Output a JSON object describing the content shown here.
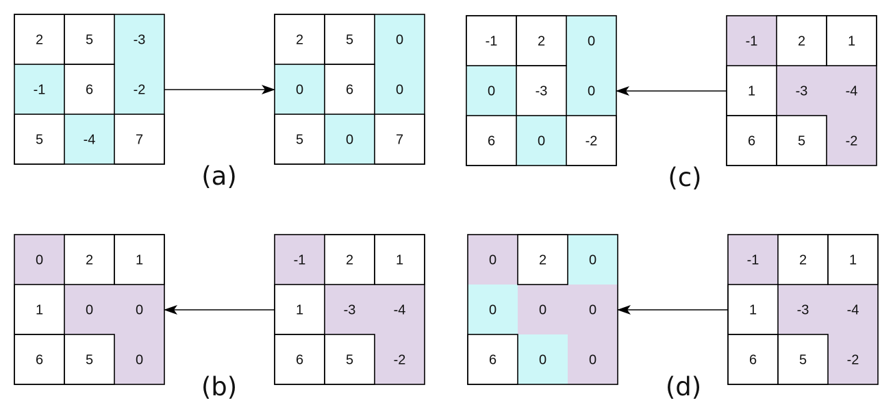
{
  "colors": {
    "cyan": "#cdf7f8",
    "purple": "#e0d4e8",
    "white": "#ffffff",
    "border": "#000000",
    "text": "#111111"
  },
  "panels": [
    {
      "caption": "(a)",
      "arrow": "left-to-right",
      "grids": [
        {
          "values": [
            [
              "2",
              "5",
              "-3"
            ],
            [
              "-1",
              "6",
              "-2"
            ],
            [
              "5",
              "-4",
              "7"
            ]
          ],
          "shading": [
            [
              "white",
              "white",
              "cyan"
            ],
            [
              "cyan",
              "white",
              "cyan"
            ],
            [
              "white",
              "cyan",
              "white"
            ]
          ]
        },
        {
          "values": [
            [
              "2",
              "5",
              "0"
            ],
            [
              "0",
              "6",
              "0"
            ],
            [
              "5",
              "0",
              "7"
            ]
          ],
          "shading": [
            [
              "white",
              "white",
              "cyan"
            ],
            [
              "cyan",
              "white",
              "cyan"
            ],
            [
              "white",
              "cyan",
              "white"
            ]
          ]
        }
      ]
    },
    {
      "caption": "(c)",
      "arrow": "right-to-left",
      "grids": [
        {
          "values": [
            [
              "-1",
              "2",
              "0"
            ],
            [
              "0",
              "-3",
              "0"
            ],
            [
              "6",
              "0",
              "-2"
            ]
          ],
          "shading": [
            [
              "white",
              "white",
              "cyan"
            ],
            [
              "cyan",
              "white",
              "cyan"
            ],
            [
              "white",
              "cyan",
              "white"
            ]
          ]
        },
        {
          "values": [
            [
              "-1",
              "2",
              "1"
            ],
            [
              "1",
              "-3",
              "-4"
            ],
            [
              "6",
              "5",
              "-2"
            ]
          ],
          "shading": [
            [
              "purple",
              "white",
              "white"
            ],
            [
              "white",
              "purple",
              "purple"
            ],
            [
              "white",
              "white",
              "purple"
            ]
          ]
        }
      ]
    },
    {
      "caption": "(b)",
      "arrow": "right-to-left",
      "grids": [
        {
          "values": [
            [
              "0",
              "2",
              "1"
            ],
            [
              "1",
              "0",
              "0"
            ],
            [
              "6",
              "5",
              "0"
            ]
          ],
          "shading": [
            [
              "purple",
              "white",
              "white"
            ],
            [
              "white",
              "purple",
              "purple"
            ],
            [
              "white",
              "white",
              "purple"
            ]
          ]
        },
        {
          "values": [
            [
              "-1",
              "2",
              "1"
            ],
            [
              "1",
              "-3",
              "-4"
            ],
            [
              "6",
              "5",
              "-2"
            ]
          ],
          "shading": [
            [
              "purple",
              "white",
              "white"
            ],
            [
              "white",
              "purple",
              "purple"
            ],
            [
              "white",
              "white",
              "purple"
            ]
          ]
        }
      ]
    },
    {
      "caption": "(d)",
      "arrow": "right-to-left",
      "grids": [
        {
          "values": [
            [
              "0",
              "2",
              "0"
            ],
            [
              "0",
              "0",
              "0"
            ],
            [
              "6",
              "0",
              "0"
            ]
          ],
          "shading": [
            [
              "purple",
              "white",
              "cyan"
            ],
            [
              "cyan",
              "purple",
              "purple"
            ],
            [
              "white",
              "cyan",
              "purple"
            ]
          ]
        },
        {
          "values": [
            [
              "-1",
              "2",
              "1"
            ],
            [
              "1",
              "-3",
              "-4"
            ],
            [
              "6",
              "5",
              "-2"
            ]
          ],
          "shading": [
            [
              "purple",
              "white",
              "white"
            ],
            [
              "white",
              "purple",
              "purple"
            ],
            [
              "white",
              "white",
              "purple"
            ]
          ]
        }
      ]
    }
  ]
}
